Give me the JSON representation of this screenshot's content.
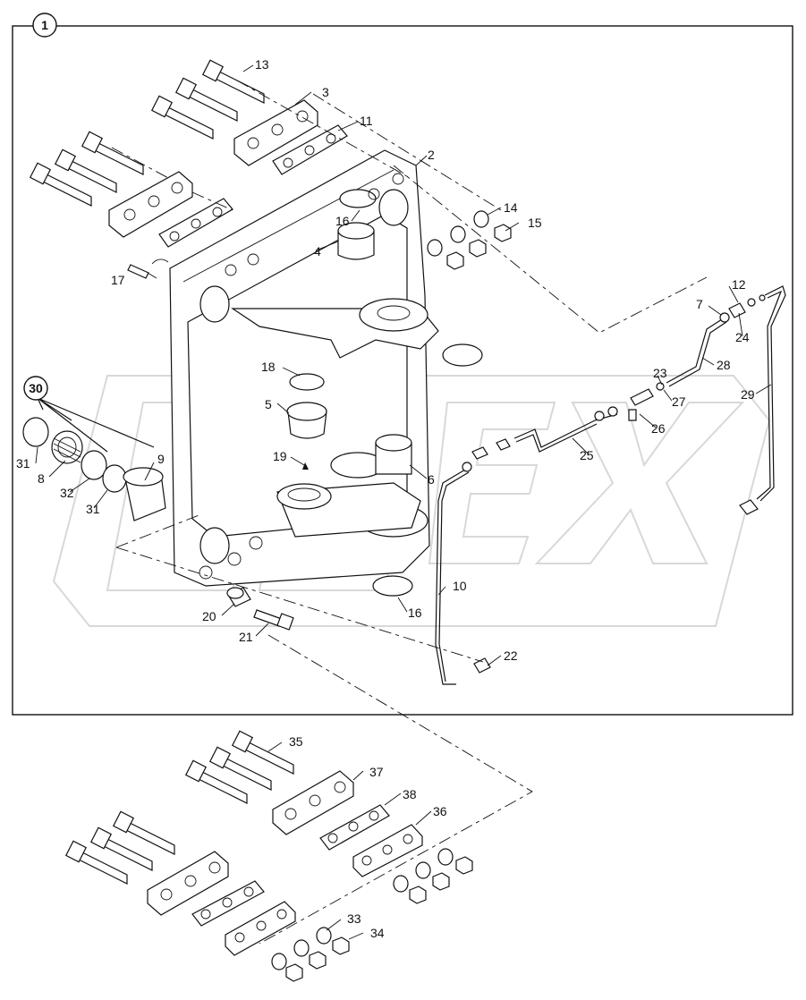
{
  "diagram": {
    "frame_label": "1",
    "group_label": "30",
    "callouts": [
      "2",
      "3",
      "4",
      "5",
      "6",
      "7",
      "8",
      "9",
      "10",
      "11",
      "12",
      "13",
      "14",
      "15",
      "16",
      "16",
      "17",
      "18",
      "19",
      "20",
      "21",
      "22",
      "23",
      "24",
      "25",
      "26",
      "27",
      "28",
      "29",
      "31",
      "31",
      "32",
      "33",
      "34",
      "35",
      "36",
      "37",
      "38"
    ]
  }
}
